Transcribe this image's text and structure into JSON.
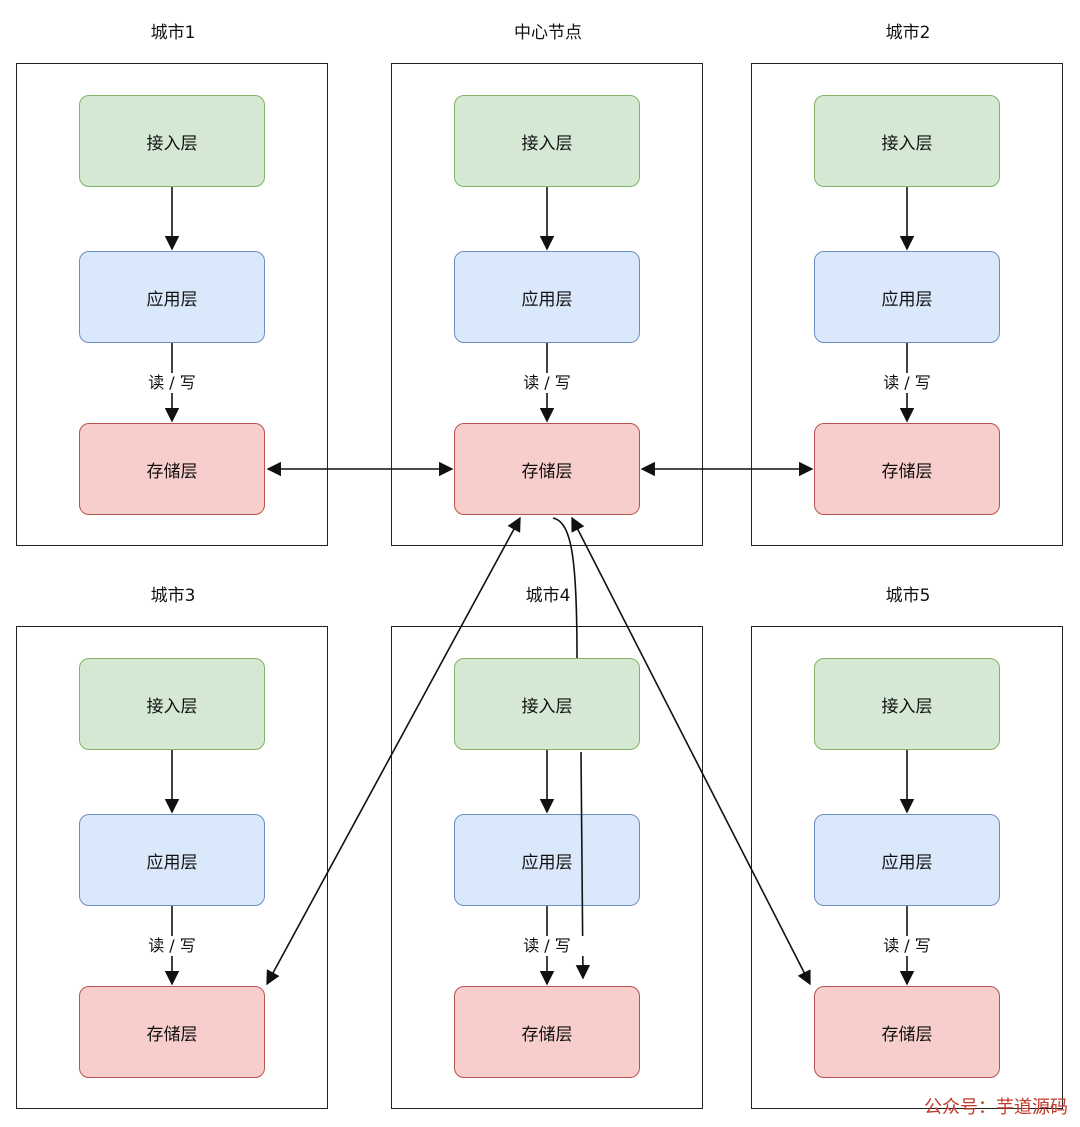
{
  "cities": [
    {
      "key": "city1",
      "title": "城市1",
      "access": "接入层",
      "app": "应用层",
      "rw": "读 / 写",
      "storage": "存储层"
    },
    {
      "key": "center",
      "title": "中心节点",
      "access": "接入层",
      "app": "应用层",
      "rw": "读 / 写",
      "storage": "存储层"
    },
    {
      "key": "city2",
      "title": "城市2",
      "access": "接入层",
      "app": "应用层",
      "rw": "读 / 写",
      "storage": "存储层"
    },
    {
      "key": "city3",
      "title": "城市3",
      "access": "接入层",
      "app": "应用层",
      "rw": "读 / 写",
      "storage": "存储层"
    },
    {
      "key": "city4",
      "title": "城市4",
      "access": "接入层",
      "app": "应用层",
      "rw": "读 / 写",
      "storage": "存储层"
    },
    {
      "key": "city5",
      "title": "城市5",
      "access": "接入层",
      "app": "应用层",
      "rw": "读 / 写",
      "storage": "存储层"
    }
  ],
  "watermark": "公众号：芋道源码",
  "colors": {
    "access_fill": "#d5e8d4",
    "access_border": "#82b366",
    "app_fill": "#dae8fc",
    "app_border": "#6c8ebf",
    "storage_fill": "#f8cecc",
    "storage_border": "#b85450",
    "watermark": "#c0392b"
  }
}
